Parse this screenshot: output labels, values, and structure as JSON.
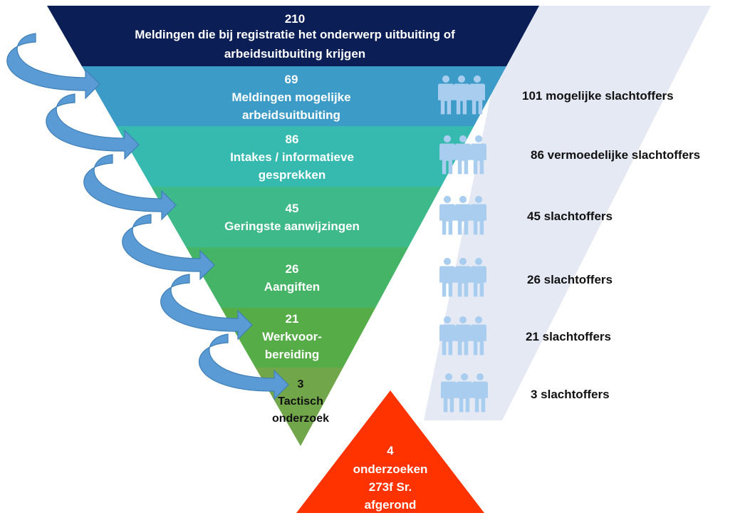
{
  "colors": {
    "stage_1": "#0b1f56",
    "stage_2": "#3d9bc7",
    "stage_3": "#36bab0",
    "stage_4": "#3eb98a",
    "stage_5": "#46b466",
    "stage_6": "#56ad48",
    "stage_7": "#72a64a",
    "outcome": "#ff3300",
    "ghost_funnel": "#e4e9f4",
    "arrow": "#5b9bd5",
    "people": "#a9cdef"
  },
  "funnel": {
    "stages": [
      {
        "value": "210",
        "lines": [
          "Meldingen die bij registratie het onderwerp uitbuiting of",
          "arbeidsuitbuiting krijgen"
        ]
      },
      {
        "value": "69",
        "lines": [
          "Meldingen mogelijke",
          "arbeidsuitbuiting"
        ]
      },
      {
        "value": "86",
        "lines": [
          "Intakes / informatieve",
          "gesprekken"
        ]
      },
      {
        "value": "45",
        "lines": [
          "Geringste aanwijzingen"
        ]
      },
      {
        "value": "26",
        "lines": [
          "Aangiften"
        ]
      },
      {
        "value": "21",
        "lines": [
          "Werkvoor-",
          "bereiding"
        ]
      },
      {
        "value": "3",
        "lines": [
          "Tactisch",
          "onderzoek"
        ]
      }
    ]
  },
  "outcome": {
    "value": "4",
    "lines": [
      "onderzoeken",
      "273f Sr.",
      "afgerond"
    ]
  },
  "victims": [
    {
      "label": "101 mogelijke slachtoffers",
      "icon": "people-group-icon"
    },
    {
      "label": "86 vermoedelijke slachtoffers",
      "icon": "people-group-icon"
    },
    {
      "label": "45 slachtoffers",
      "icon": "people-group-icon"
    },
    {
      "label": "26 slachtoffers",
      "icon": "people-group-icon"
    },
    {
      "label": "21 slachtoffers",
      "icon": "people-group-icon"
    },
    {
      "label": "3 slachtoffers",
      "icon": "people-group-icon"
    }
  ],
  "arrow_icon": "curved-arrow-icon"
}
